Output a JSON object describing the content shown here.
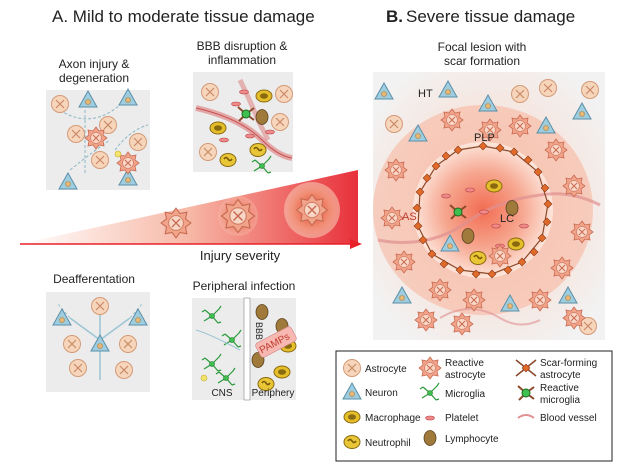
{
  "panel_a": {
    "title": "A.  Mild to moderate tissue damage",
    "axon": "Axon injury &",
    "axon2": "degeneration",
    "bbb": "BBB disruption &",
    "bbb2": "inflammation",
    "deaff": "Deafferentation",
    "periph": "Peripheral infection",
    "severity": "Injury severity",
    "bbb_vert": "BBB",
    "pamps": "PAMPs",
    "cns": "CNS",
    "periphery": "Periphery"
  },
  "panel_b": {
    "title_letter": "B.",
    "title": "Severe tissue damage",
    "focal1": "Focal lesion with",
    "focal2": "scar formation",
    "ht": "HT",
    "plp": "PLP",
    "as": "AS",
    "lc": "LC"
  },
  "legend": {
    "astrocyte": "Astrocyte",
    "reactive_astrocyte_1": "Reactive",
    "reactive_astrocyte_2": "astrocyte",
    "scar1": "Scar-forming",
    "scar2": "astrocyte",
    "neuron": "Neuron",
    "microglia": "Microglia",
    "reactive_microglia_1": "Reactive",
    "reactive_microglia_2": "microglia",
    "macrophage": "Macrophage",
    "platelet": "Platelet",
    "blood_vessel": "Blood vessel",
    "neutrophil": "Neutrophil",
    "lymphocyte": "Lymphocyte"
  },
  "colors": {
    "astro_fill": "#f6d5bb",
    "reactive_fill": "#f2a48b",
    "neuron_fill": "#9fcde0",
    "lesion": "#f08a70",
    "arrow_red": "#e8202a",
    "macrophage": "#e4bf2a"
  }
}
